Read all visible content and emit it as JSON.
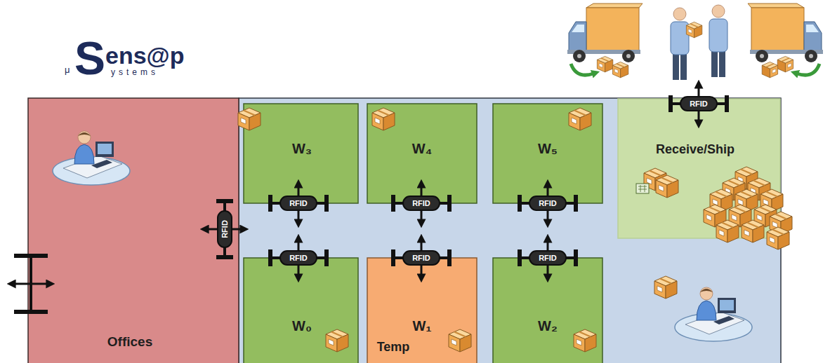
{
  "diagram": {
    "nodes": [
      {
        "text": [
          "Offices"
        ]
      },
      {
        "text": [
          "RFID"
        ]
      },
      {
        "text": [
          "W₃"
        ]
      },
      {
        "text": [
          "W₄"
        ]
      },
      {
        "text": [
          "W₅"
        ]
      },
      {
        "text": [
          "Receive/Ship"
        ]
      },
      {
        "text": [
          "RFID"
        ]
      },
      {
        "text": [
          "RFID"
        ]
      },
      {
        "text": [
          "RFID"
        ]
      },
      {
        "text": [
          "RFID"
        ]
      },
      {
        "text": [
          "RFID"
        ]
      },
      {
        "text": [
          "RFID"
        ]
      },
      {
        "text": [
          "RFID"
        ]
      },
      {
        "text": [
          "W₀"
        ]
      },
      {
        "text": [
          "W₁",
          "Temp"
        ]
      },
      {
        "text": [
          "W₂"
        ]
      }
    ],
    "labels": [
      "μ",
      "S",
      "ens@p",
      "ystems"
    ]
  }
}
